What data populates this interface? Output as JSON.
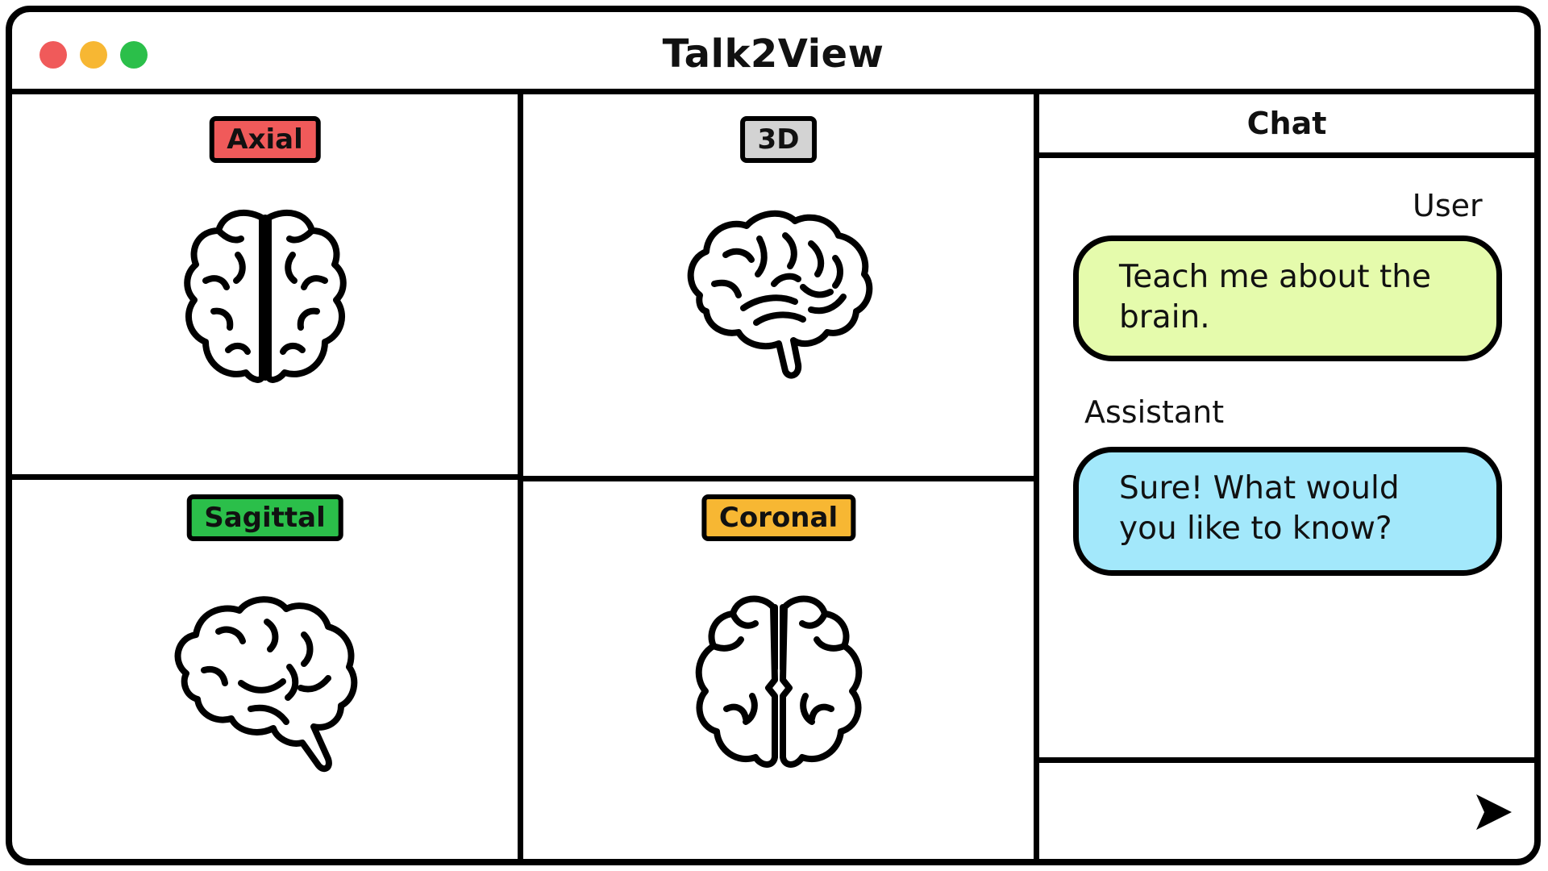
{
  "window": {
    "title": "Talk2View",
    "controls": [
      "close",
      "minimize",
      "maximize"
    ],
    "colors": {
      "close": "#f05a5a",
      "minimize": "#f7b733",
      "maximize": "#2bbf4a"
    }
  },
  "views": [
    {
      "label": "Axial",
      "color": "#f05a5a",
      "icon": "brain-top-icon"
    },
    {
      "label": "3D",
      "color": "#d3d3d3",
      "icon": "brain-3d-icon"
    },
    {
      "label": "Sagittal",
      "color": "#2bbf4a",
      "icon": "brain-side-icon"
    },
    {
      "label": "Coronal",
      "color": "#f7b733",
      "icon": "brain-front-icon"
    }
  ],
  "chat": {
    "title": "Chat",
    "messages": [
      {
        "role": "User",
        "text": "Teach me about the brain.",
        "color": "#e5fbac"
      },
      {
        "role": "Assistant",
        "text": "Sure! What would you like to know?",
        "color": "#a3e8fb"
      }
    ],
    "input_value": "",
    "send_icon": "send-arrow-icon"
  }
}
